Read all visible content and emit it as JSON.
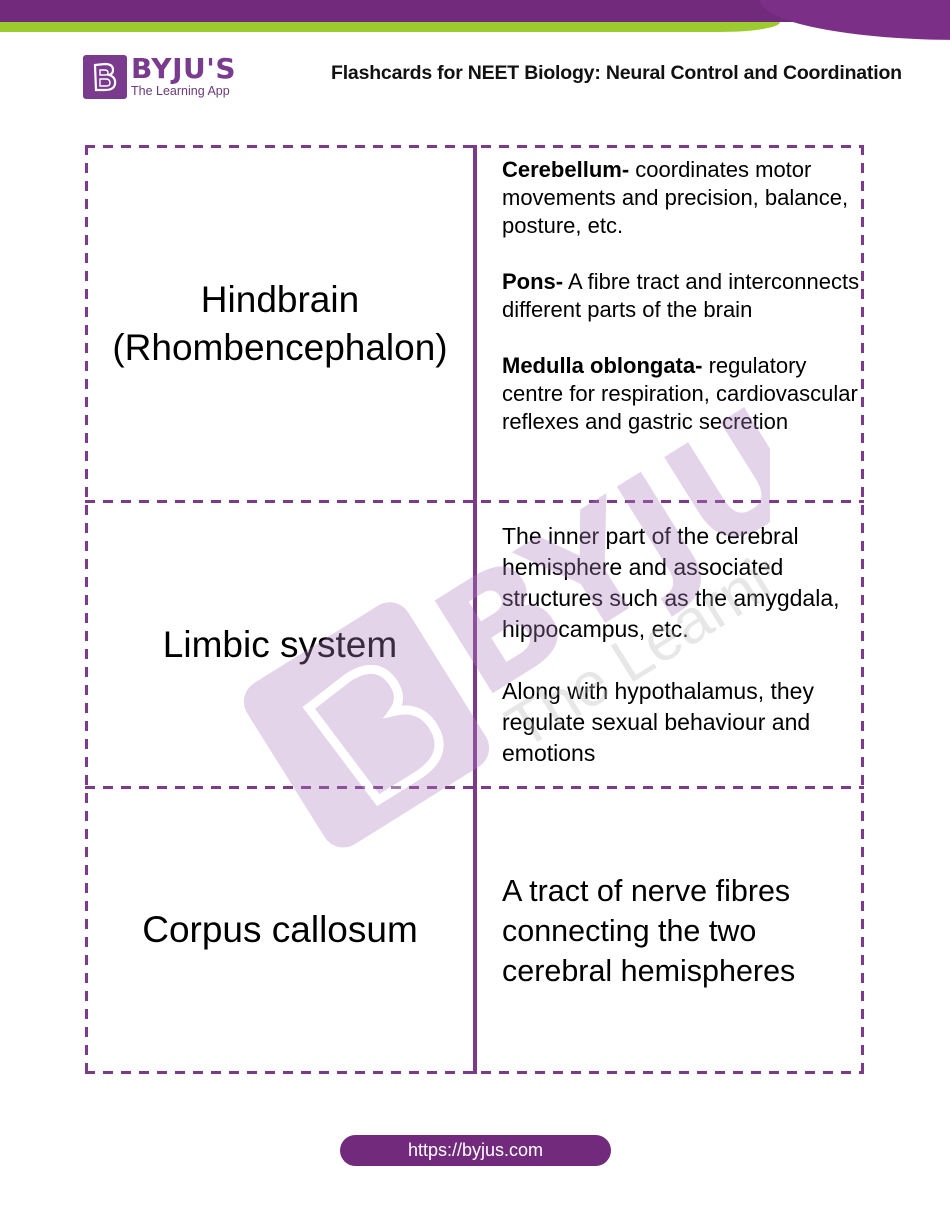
{
  "header": {
    "brand_name": "BYJU'S",
    "brand_tagline": "The Learning App",
    "title": "Flashcards for NEET Biology: Neural Control and Coordination",
    "colors": {
      "purple": "#722a7c",
      "green": "#9ccb2f"
    }
  },
  "flashcards": [
    {
      "term_line1": "Hindbrain",
      "term_line2": "(Rhombencephalon)",
      "definitions": [
        {
          "bold": "Cerebellum-",
          "text": " coordinates motor movements and precision, balance, posture, etc."
        },
        {
          "bold": "Pons-",
          "text": " A fibre tract and interconnects different parts of the brain"
        },
        {
          "bold": "Medulla oblongata-",
          "text": " regulatory centre for respiration, cardiovascular reflexes and gastric secretion"
        }
      ]
    },
    {
      "term": "Limbic system",
      "definitions": [
        {
          "text": "The inner part of the cerebral hemisphere and associated structures such as the amygdala, hippocampus, etc."
        },
        {
          "text": "Along with hypothalamus, they regulate sexual behaviour and emotions"
        }
      ]
    },
    {
      "term": "Corpus callosum",
      "definition": "A tract of nerve fibres connecting the two cerebral hemispheres"
    }
  ],
  "watermark": {
    "brand": "BYJU'S",
    "tagline": "The Learning App"
  },
  "footer": {
    "url": "https://byjus.com"
  },
  "border_color": "#7c3a8a"
}
